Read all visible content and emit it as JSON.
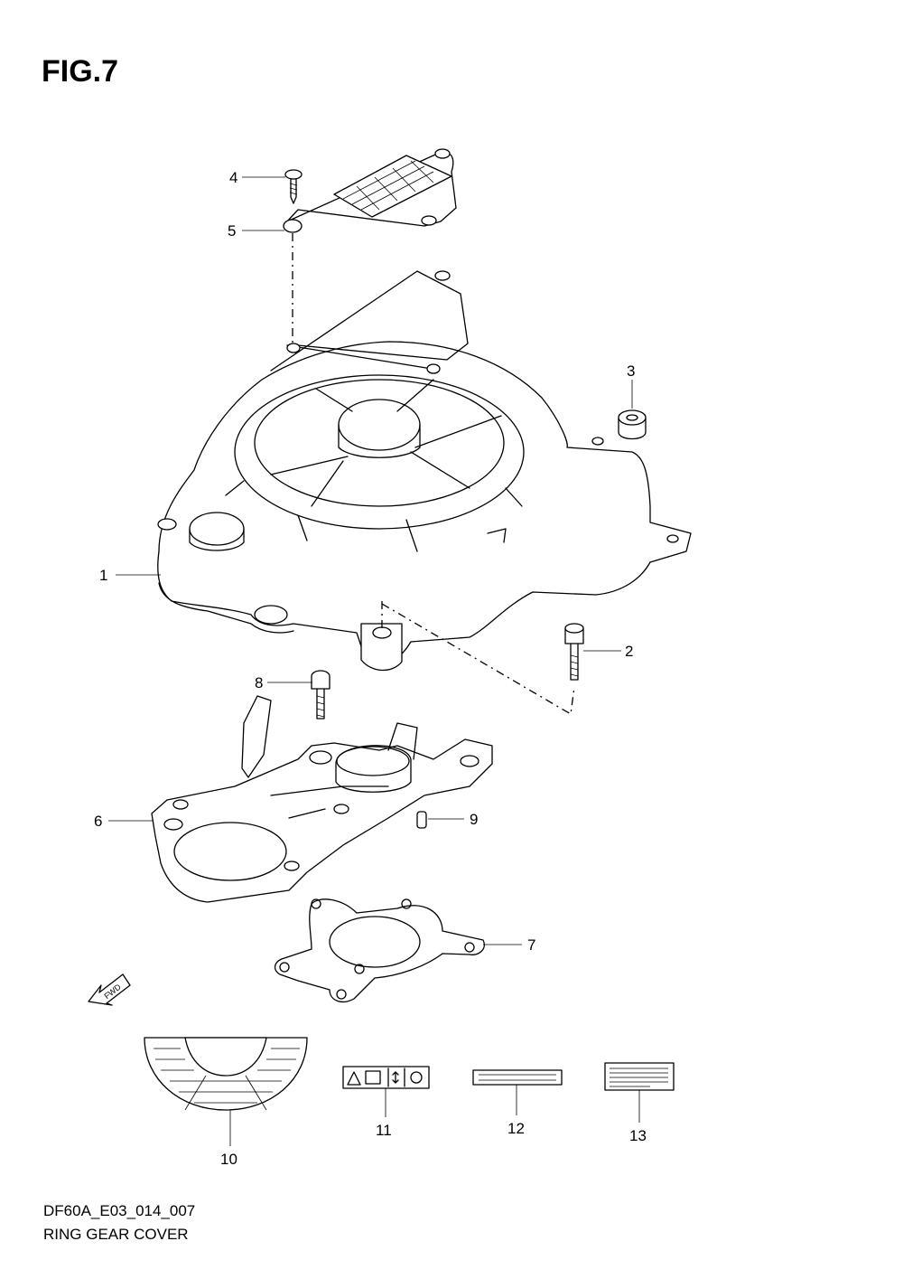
{
  "figure": {
    "title": "FIG.7",
    "code": "DF60A_E03_014_007",
    "name": "RING GEAR COVER"
  },
  "callouts": [
    "1",
    "2",
    "3",
    "4",
    "5",
    "6",
    "7",
    "8",
    "9",
    "10",
    "11",
    "12",
    "13"
  ],
  "direction_marker": "FWD"
}
